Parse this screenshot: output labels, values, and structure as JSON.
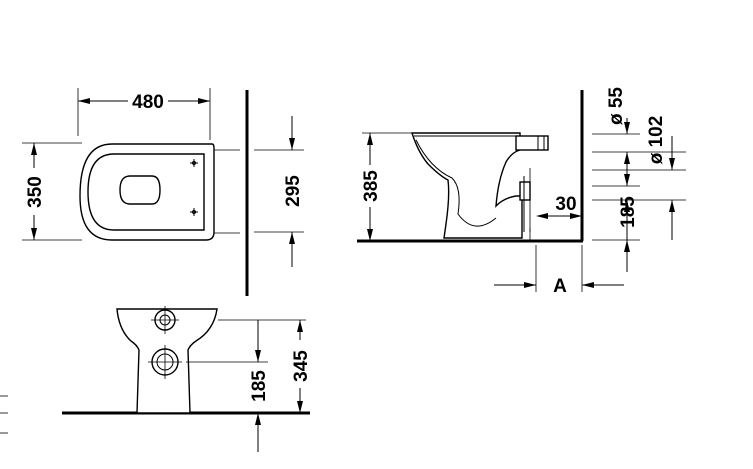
{
  "dimensions": {
    "width_480": "480",
    "depth_350": "350",
    "fixing_295": "295",
    "height_385": "385",
    "offset_30": "30",
    "outlet_185": "185",
    "diameter_55": "ø 55",
    "diameter_102": "ø 102",
    "offset_a": "A",
    "front_185": "185",
    "front_345": "345"
  }
}
